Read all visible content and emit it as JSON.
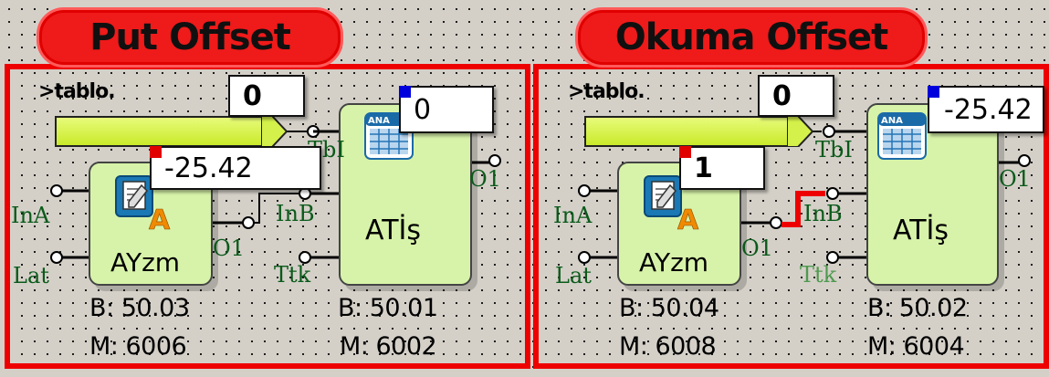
{
  "groups": [
    {
      "title": "Put Offset",
      "tablo_label": ">tablo.",
      "tablo_value": "0",
      "input_value": "-25.42",
      "output_value": "0",
      "ayzm": {
        "name": "AYzm",
        "pins": {
          "in_a": "InA",
          "lat": "Lat",
          "out": "O1"
        },
        "b": "B: 50.03",
        "m": "M: 6006"
      },
      "atis": {
        "name": "ATİş",
        "pins": {
          "tbi": "TbI",
          "in_b": "InB",
          "ttk": "Ttk",
          "out": "O1"
        },
        "b": "B: 50.01",
        "m": "M: 6002",
        "icon_text": "ANA"
      }
    },
    {
      "title": "Okuma Offset",
      "tablo_label": ">tablo.",
      "tablo_value": "0",
      "input_value": "1",
      "output_value": "-25.42",
      "ayzm": {
        "name": "AYzm",
        "pins": {
          "in_a": "InA",
          "lat": "Lat",
          "out": "O1"
        },
        "b": "B: 50.04",
        "m": "M: 6008"
      },
      "atis": {
        "name": "ATİş",
        "pins": {
          "tbi": "TbI",
          "in_b": "InB",
          "ttk": "Ttk",
          "out": "O1"
        },
        "b": "B: 50.02",
        "m": "M: 6004",
        "icon_text": "ANA"
      }
    }
  ],
  "icons": {
    "ayzm": "edit-document-icon",
    "atis": "table-icon"
  },
  "colors": {
    "frame": "#ee0000",
    "block_fill": "#d7f3a9",
    "table_bar": "#d4f04a",
    "marker_input": "#e00000",
    "marker_output": "#0000dd",
    "pin": "#0b5a1a",
    "link_wire": "#ee0000"
  }
}
